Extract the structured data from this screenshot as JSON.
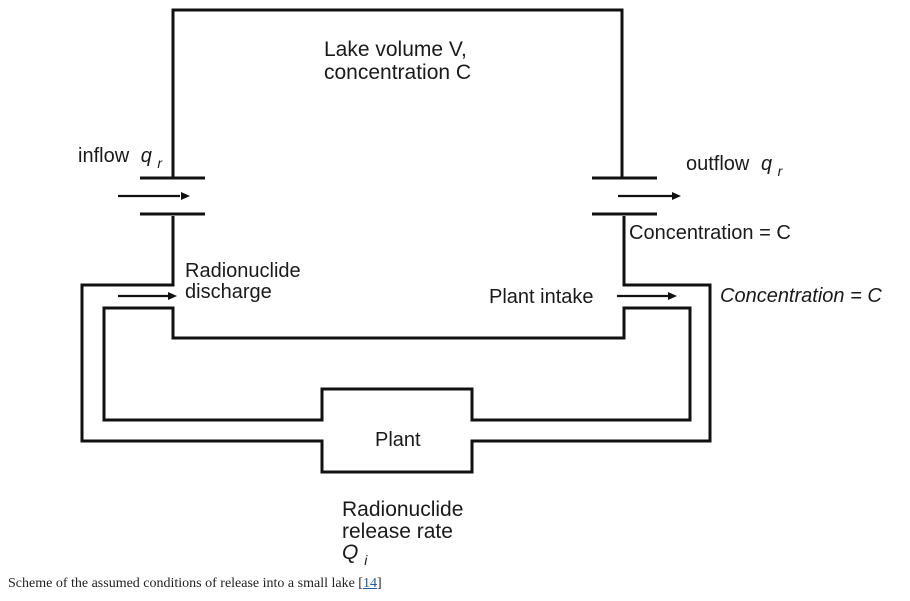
{
  "diagram": {
    "lake_label_line1": "Lake volume V,",
    "lake_label_line2": "concentration C",
    "inflow_label": "inflow",
    "inflow_symbol": "q",
    "inflow_subscript": "r",
    "outflow_label": "outflow",
    "outflow_symbol": "q",
    "outflow_subscript": "r",
    "outlet_concentration": "Concentration = C",
    "discharge_line1": "Radionuclide",
    "discharge_line2": "discharge",
    "plant_intake_label": "Plant intake",
    "intake_concentration": "Concentration = C",
    "plant_label": "Plant",
    "release_line1": "Radionuclide",
    "release_line2": "release rate",
    "release_symbol": "Q",
    "release_subscript": "i"
  },
  "caption": {
    "text": "Scheme of the assumed conditions of release into a small lake ",
    "ref_open": "[",
    "ref_label": "14",
    "ref_close": "]"
  }
}
